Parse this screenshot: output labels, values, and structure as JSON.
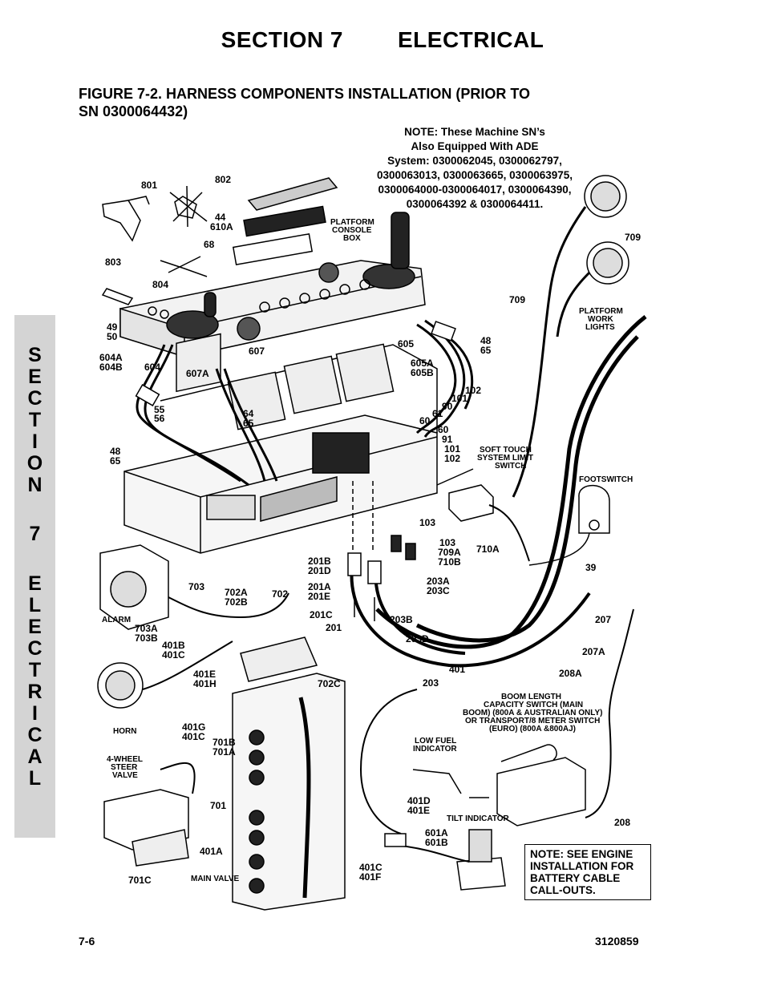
{
  "header": {
    "section": "SECTION 7",
    "title": "ELECTRICAL"
  },
  "figure": {
    "title_line1": "FIGURE 7-2. HARNESS COMPONENTS INSTALLATION (PRIOR TO",
    "title_line2": "SN 0300064432)"
  },
  "note_top": [
    "NOTE:  These Machine SN’s",
    "Also Equipped With ADE",
    "System:  0300062045, 0300062797,",
    "0300063013, 0300063665, 0300063975,",
    "0300064000-0300064017, 0300064390,",
    "0300064392 & 0300064411."
  ],
  "note_engine": [
    "NOTE: SEE ENGINE",
    "INSTALLATION FOR",
    "BATTERY CABLE",
    "CALL-OUTS."
  ],
  "side_tab": [
    "S",
    "E",
    "C",
    "T",
    "I",
    "O",
    "N",
    "",
    "7",
    "",
    "E",
    "L",
    "E",
    "C",
    "T",
    "R",
    "I",
    "C",
    "A",
    "L"
  ],
  "callouts": {
    "c801": "801",
    "c802": "802",
    "c44": "44",
    "c610a": "610A",
    "c68": "68",
    "c803": "803",
    "c804": "804",
    "platform_console_1": "PLATFORM",
    "platform_console_2": "CONSOLE",
    "platform_console_3": "BOX",
    "c709a": "709",
    "c709b": "709",
    "work_lights_1": "PLATFORM",
    "work_lights_2": "WORK",
    "work_lights_3": "LIGHTS",
    "c49": "49",
    "c50": "50",
    "c604a": "604A",
    "c604b": "604B",
    "c604": "604",
    "c607": "607",
    "c607a": "607A",
    "c605": "605",
    "c605a": "605A",
    "c605b": "605B",
    "c48a": "48",
    "c65a": "65",
    "c102a": "102",
    "c101a": "101",
    "c90": "90",
    "c61": "61",
    "c60a": "60",
    "c55": "55",
    "c56": "56",
    "c64": "64",
    "c65b": "65",
    "c48b": "48",
    "c65c": "65",
    "c60b": "60",
    "c91": "91",
    "c101b": "101",
    "c102b": "102",
    "soft_touch_1": "SOFT TOUCH",
    "soft_touch_2": "SYSTEM LIMIT",
    "soft_touch_3": "SWITCH",
    "footswitch": "FOOTSWITCH",
    "c103a": "103",
    "c103b": "103",
    "c709c": "709A",
    "c710b": "710B",
    "c710a": "710A",
    "c39": "39",
    "c201b": "201B",
    "c201d": "201D",
    "c201a": "201A",
    "c201e": "201E",
    "c203a": "203A",
    "c203c": "203C",
    "c703": "703",
    "c702a": "702A",
    "c702b": "702B",
    "c702": "702",
    "alarm": "ALARM",
    "c703a": "703A",
    "c703b": "703B",
    "c401b": "401B",
    "c401c": "401C",
    "c201c": "201C",
    "c201": "201",
    "c203b": "203B",
    "c203d": "203D",
    "c207": "207",
    "c207a": "207A",
    "c208a": "208A",
    "c401": "401",
    "c203": "203",
    "c401e": "401E",
    "c401h": "401H",
    "c702c": "702C",
    "boom_1": "BOOM LENGTH",
    "boom_2": "CAPACITY SWITCH (MAIN",
    "boom_3": "BOOM) (800A & AUSTRALIAN ONLY)",
    "boom_4": "OR TRANSPORT/8 METER SWITCH",
    "boom_5": "(EURO) (800A &800AJ)",
    "horn": "HORN",
    "c401g": "401G",
    "c401c2": "401C",
    "c701b": "701B",
    "c701a": "701A",
    "low_fuel_1": "LOW FUEL",
    "low_fuel_2": "INDICATOR",
    "wheel_1": "4-WHEEL",
    "wheel_2": "STEER",
    "wheel_3": "VALVE",
    "c401d": "401D",
    "c401e2": "401E",
    "tilt": "TILT INDICATOR",
    "c208": "208",
    "c701": "701",
    "c601a": "601A",
    "c601b": "601B",
    "c401a": "401A",
    "c401c3": "401C",
    "c401f": "401F",
    "c701c": "701C",
    "main_valve": "MAIN VALVE"
  },
  "footer": {
    "page": "7-6",
    "doc_number": "3120859"
  }
}
